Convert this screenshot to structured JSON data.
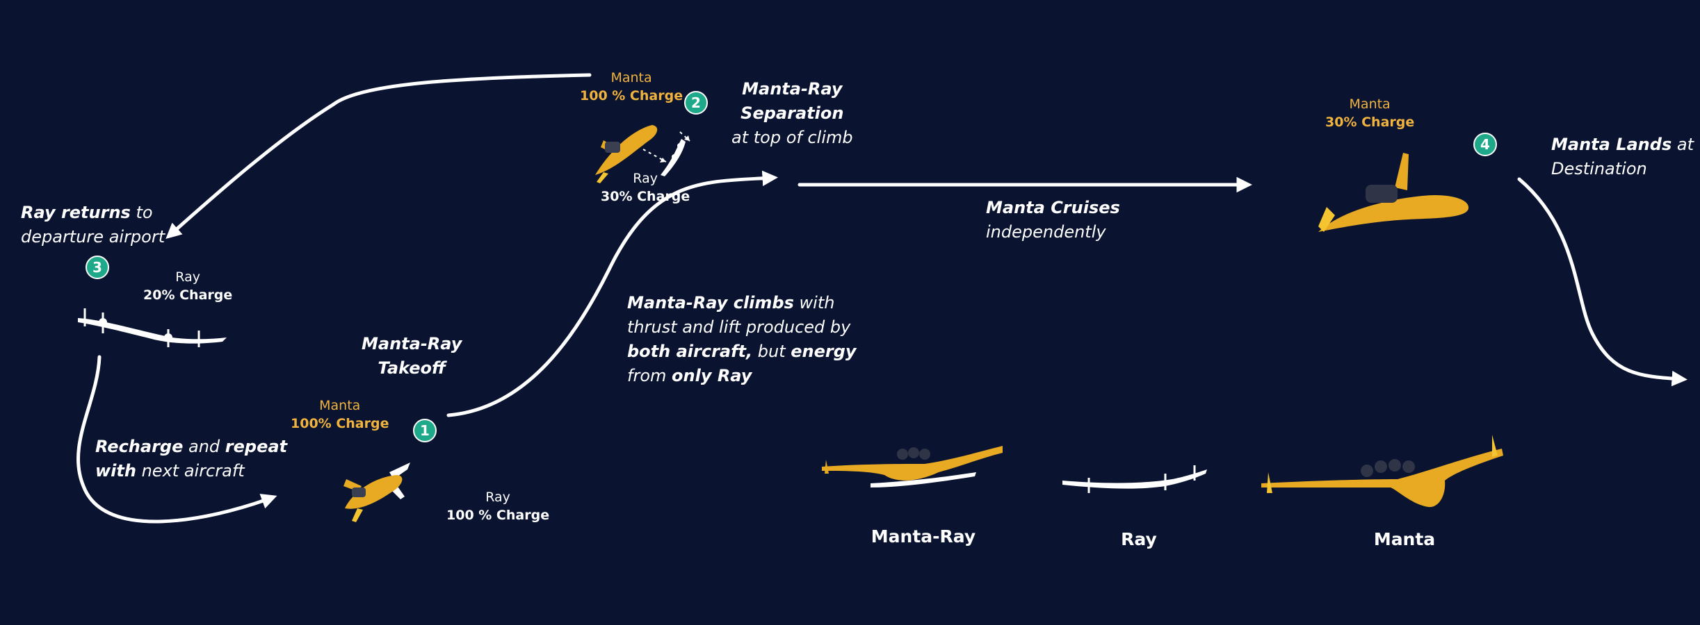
{
  "stages": {
    "takeoff": {
      "title": [
        "Manta-Ray",
        "Takeoff"
      ],
      "badge": "1",
      "manta": {
        "name": "Manta",
        "charge": "100% Charge"
      },
      "ray": {
        "name": "Ray",
        "charge": "100 % Charge"
      }
    },
    "climb": {
      "bold1": "Manta-Ray climbs",
      "text1": " with",
      "text2": "thrust and lift produced by",
      "bold3": "both aircraft,",
      "text3": " but ",
      "bold3b": "energy",
      "text4": "from ",
      "bold4": "only Ray"
    },
    "separation": {
      "title": [
        "Manta-Ray",
        "Separation"
      ],
      "subtitle": "at top of climb",
      "badge": "2",
      "manta": {
        "name": "Manta",
        "charge": "100 % Charge"
      },
      "ray": {
        "name": "Ray",
        "charge": "30% Charge"
      }
    },
    "cruise": {
      "bold": "Manta Cruises",
      "text": "independently"
    },
    "landing": {
      "bold": "Manta Lands",
      "text1": " at",
      "text2": "Destination",
      "badge": "4",
      "manta": {
        "name": "Manta",
        "charge": "30% Charge"
      }
    },
    "return": {
      "bold": "Ray returns",
      "text1": " to",
      "text2": "departure airport",
      "badge": "3",
      "ray": {
        "name": "Ray",
        "charge": "20% Charge"
      }
    },
    "recharge": {
      "bold1": "Recharge",
      "text1": " and ",
      "bold1b": "repeat",
      "bold2": "with",
      "text2": " next aircraft"
    }
  },
  "legend": [
    {
      "label": "Manta-Ray"
    },
    {
      "label": "Ray"
    },
    {
      "label": "Manta"
    }
  ],
  "colors": {
    "background": "#0a1330",
    "accent": "#f0b33e",
    "badge": "#1ea98a",
    "arrow": "#ffffff"
  }
}
